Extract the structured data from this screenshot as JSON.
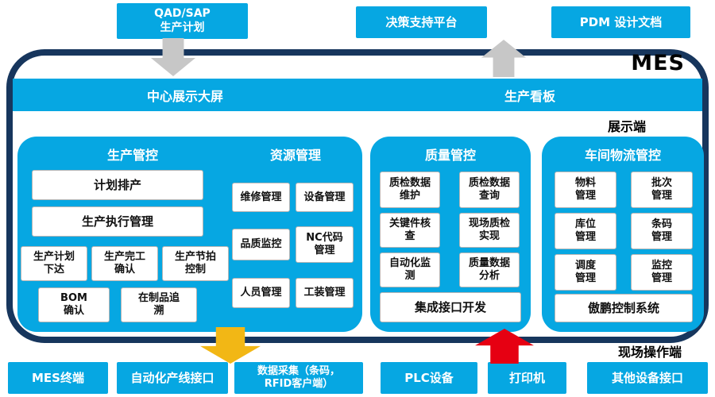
{
  "colors": {
    "blue": "#06a7e2",
    "navy": "#17365d",
    "yellow": "#f2b715",
    "red": "#e60012",
    "gray": "#c7c7c7"
  },
  "mes_label": "MES",
  "top_systems": [
    {
      "label": "QAD/SAP\n生产计划"
    },
    {
      "label": "决策支持平台"
    },
    {
      "label": "PDM 设计文档"
    }
  ],
  "display_bar": {
    "left": "中心展示大屏",
    "right": "生产看板"
  },
  "side_labels": {
    "display": "展示端",
    "operation": "现场操作端"
  },
  "panels": {
    "production": {
      "title": "生产管控",
      "items": [
        "计划排产",
        "生产执行管理",
        "生产计划\n下达",
        "生产完工\n确认",
        "生产节拍\n控制",
        "BOM\n确认",
        "在制品追\n溯"
      ]
    },
    "resource": {
      "title": "资源管理",
      "items": [
        "维修管理",
        "设备管理",
        "品质监控",
        "NC代码\n管理",
        "人员管理",
        "工装管理"
      ]
    },
    "quality": {
      "title": "质量管控",
      "items": [
        "质检数据\n维护",
        "质检数据\n查询",
        "关键件核\n查",
        "现场质检\n实现",
        "自动化监\n测",
        "质量数据\n分析"
      ],
      "footer": "集成接口开发"
    },
    "logistics": {
      "title": "车间物流管控",
      "items": [
        "物料\n管理",
        "批次\n管理",
        "库位\n管理",
        "条码\n管理",
        "调度\n管理",
        "监控\n管理"
      ],
      "footer": "傲鹏控制系统"
    }
  },
  "bottom_devices": [
    {
      "label": "MES终端"
    },
    {
      "label": "自动化产线接口"
    },
    {
      "label": "数据采集（条码，\nRFID客户端）"
    },
    {
      "label": "PLC设备"
    },
    {
      "label": "打印机"
    },
    {
      "label": "其他设备接口"
    }
  ]
}
